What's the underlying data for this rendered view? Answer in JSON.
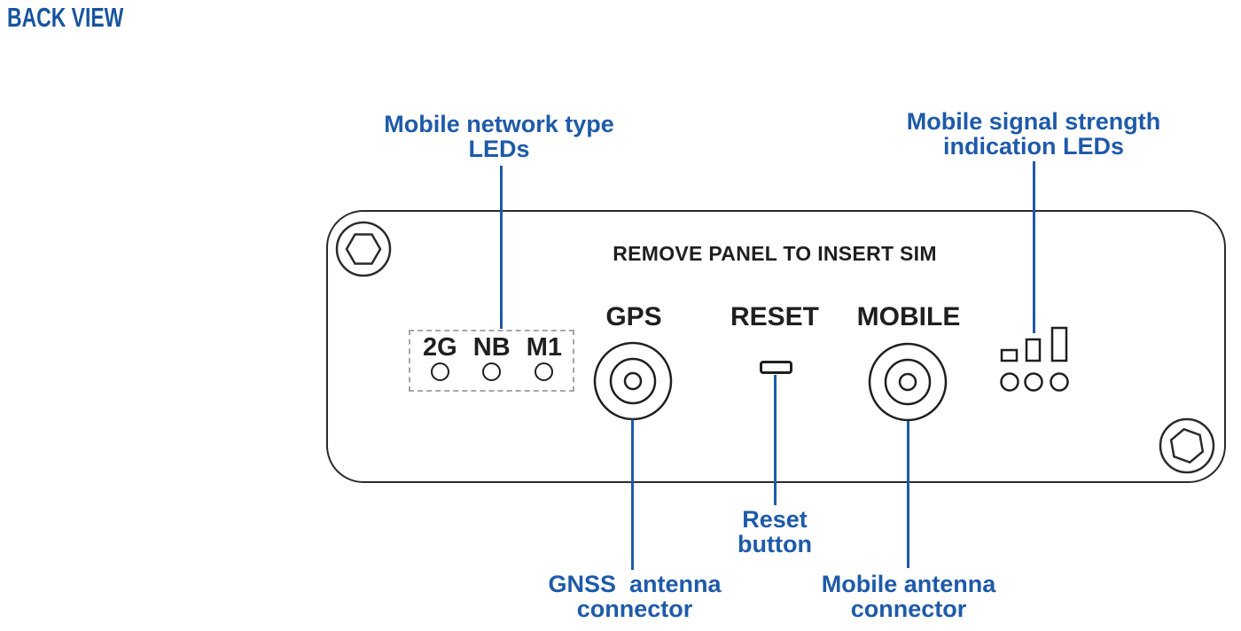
{
  "title": "BACK VIEW",
  "colors": {
    "title_blue": "#17549f",
    "annotation_blue": "#1e5aa9",
    "outline_dark": "#2b2b2b",
    "text_dark": "#1f1f1f",
    "dashed_gray": "#a6a6a6"
  },
  "panel": {
    "sim_notice": "REMOVE PANEL TO INSERT SIM",
    "gps_label": "GPS",
    "reset_label": "RESET",
    "mobile_label": "MOBILE",
    "network_type_leds": [
      "2G",
      "NB",
      "M1"
    ]
  },
  "annotations": {
    "network_type": {
      "line1": "Mobile network type",
      "line2": "LEDs"
    },
    "signal_strength": {
      "line1": "Mobile signal strength",
      "line2": "indication LEDs"
    },
    "reset": {
      "line1": "Reset",
      "line2": "button"
    },
    "gnss": {
      "line1": "GNSS  antenna",
      "line2": "connector"
    },
    "mobile_antenna": {
      "line1": "Mobile antenna",
      "line2": "connector"
    }
  }
}
